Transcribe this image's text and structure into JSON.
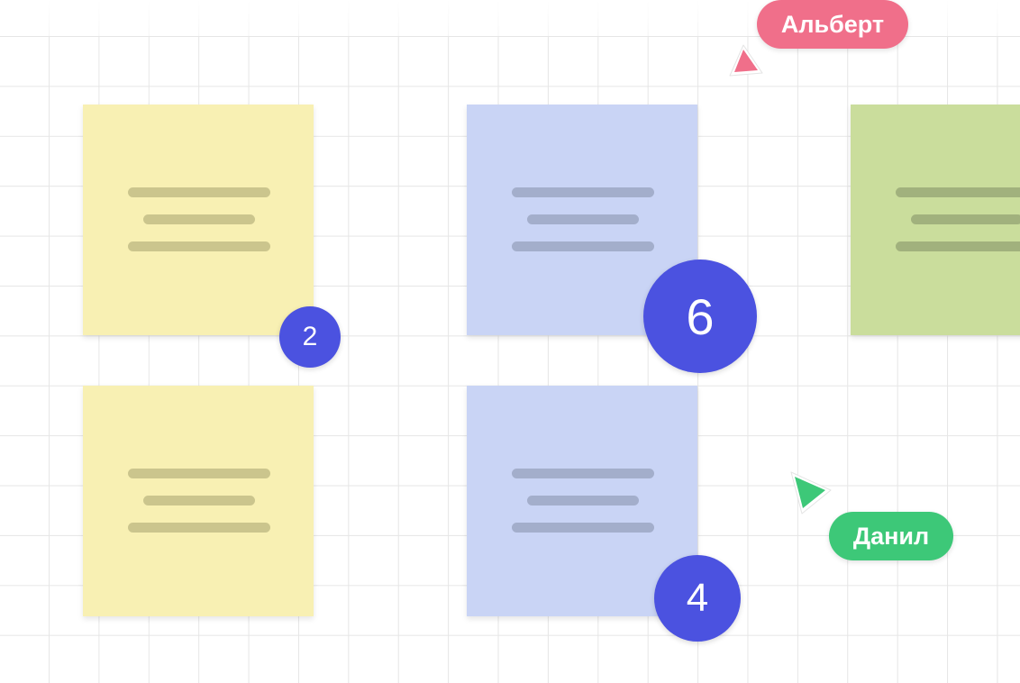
{
  "board": {
    "stickies": [
      {
        "color": "yellow"
      },
      {
        "color": "yellow"
      },
      {
        "color": "blue"
      },
      {
        "color": "blue"
      },
      {
        "color": "green"
      }
    ],
    "badges": [
      {
        "count": "2"
      },
      {
        "count": "6"
      },
      {
        "count": "4"
      }
    ],
    "cursors": [
      {
        "name": "Альберт",
        "color": "#f06f8a",
        "icon": "cursor-arrow-icon"
      },
      {
        "name": "Данил",
        "color": "#3dc878",
        "icon": "cursor-arrow-icon"
      }
    ]
  },
  "colors": {
    "sticky_yellow": "#f8f0b3",
    "sticky_blue": "#c9d4f5",
    "sticky_green": "#cadd9c",
    "badge": "#4b52e0",
    "albert": "#f06f8a",
    "danil": "#3dc878"
  }
}
